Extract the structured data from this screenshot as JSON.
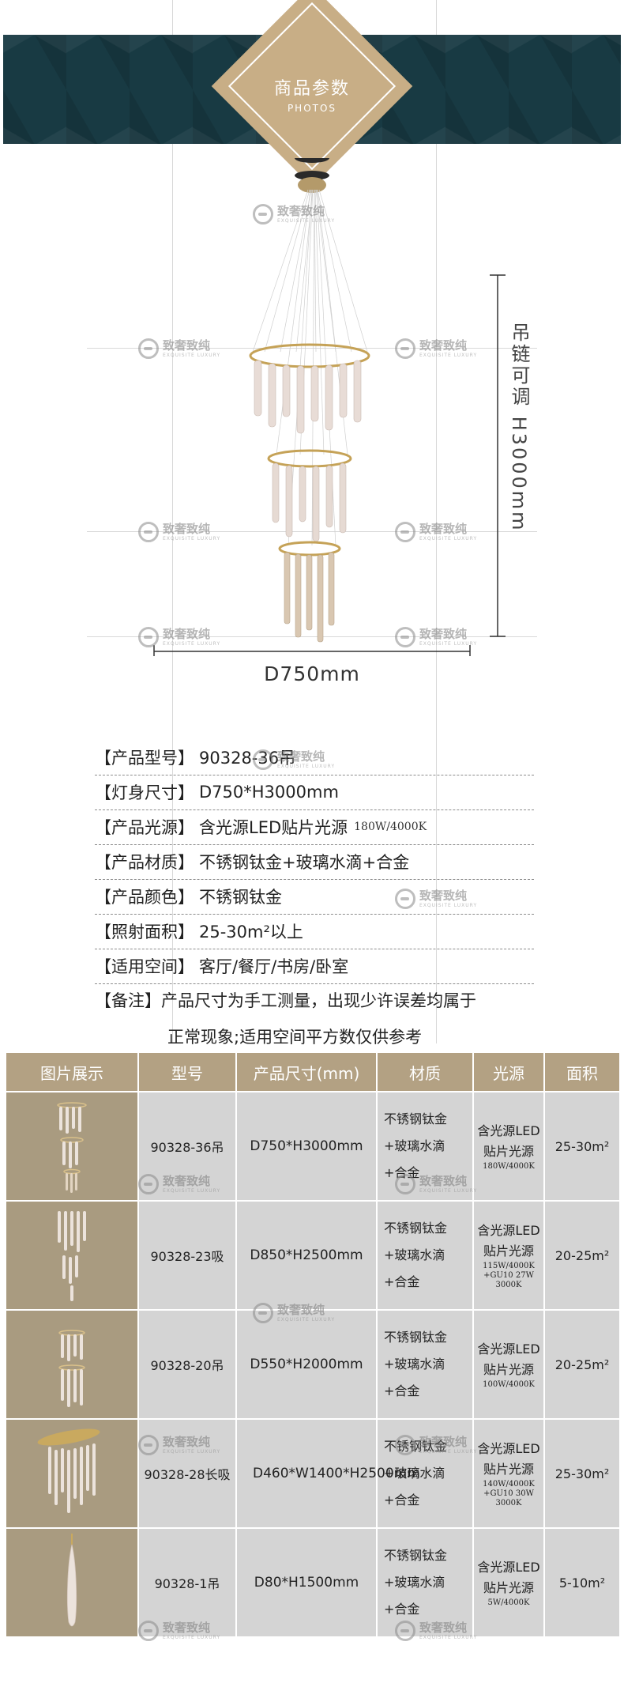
{
  "header": {
    "title": "商品参数",
    "subtitle": "PHOTOS"
  },
  "watermark": {
    "cn": "致奢致纯",
    "en": "EXQUISITE LUXURY"
  },
  "dimensions": {
    "height_label": "吊链可调 H3000mm",
    "diameter_label": "D750mm"
  },
  "specs": [
    {
      "key": "【产品型号】",
      "value": "90328-36吊",
      "extra": ""
    },
    {
      "key": "【灯身尺寸】",
      "value": "D750*H3000mm",
      "extra": ""
    },
    {
      "key": "【产品光源】",
      "value": "含光源LED贴片光源",
      "extra": "180W/4000K"
    },
    {
      "key": "【产品材质】",
      "value": "不锈钢钛金+玻璃水滴+合金",
      "extra": ""
    },
    {
      "key": "【产品颜色】",
      "value": "不锈钢钛金",
      "extra": ""
    },
    {
      "key": "【照射面积】",
      "value": "25-30m²以上",
      "extra": ""
    },
    {
      "key": "【适用空间】",
      "value": "客厅/餐厅/书房/卧室",
      "extra": ""
    }
  ],
  "note": {
    "key": "【备注】",
    "line1": "产品尺寸为手工测量，出现少许误差均属于",
    "line2": "正常现象;适用空间平方数仅供参考"
  },
  "table": {
    "headers": [
      "图片展示",
      "型号",
      "产品尺寸(mm)",
      "材质",
      "光源",
      "面积"
    ],
    "rows": [
      {
        "model": "90328-36吊",
        "size": "D750*H3000mm",
        "material": [
          "不锈钢钛金",
          "+玻璃水滴",
          "+合金"
        ],
        "light": [
          "含光源LED",
          "贴片光源"
        ],
        "light_spec": [
          "180W/4000K"
        ],
        "area": "25-30m²"
      },
      {
        "model": "90328-23吸",
        "size": "D850*H2500mm",
        "material": [
          "不锈钢钛金",
          "+玻璃水滴",
          "+合金"
        ],
        "light": [
          "含光源LED",
          "贴片光源"
        ],
        "light_spec": [
          "115W/4000K",
          "+GU10 27W",
          "3000K"
        ],
        "area": "20-25m²"
      },
      {
        "model": "90328-20吊",
        "size": "D550*H2000mm",
        "material": [
          "不锈钢钛金",
          "+玻璃水滴",
          "+合金"
        ],
        "light": [
          "含光源LED",
          "贴片光源"
        ],
        "light_spec": [
          "100W/4000K"
        ],
        "area": "20-25m²"
      },
      {
        "model": "90328-28长吸",
        "size": "D460*W1400*H2500mm",
        "material": [
          "不锈钢钛金",
          "+玻璃水滴",
          "+合金"
        ],
        "light": [
          "含光源LED",
          "贴片光源"
        ],
        "light_spec": [
          "140W/4000K",
          "+GU10 30W",
          "3000K"
        ],
        "area": "25-30m²"
      },
      {
        "model": "90328-1吊",
        "size": "D80*H1500mm",
        "material": [
          "不锈钢钛金",
          "+玻璃水滴",
          "+合金"
        ],
        "light": [
          "含光源LED",
          "贴片光源"
        ],
        "light_spec": [
          "5W/4000K"
        ],
        "area": "5-10m²"
      }
    ]
  },
  "colors": {
    "header_bg": "#183a43",
    "gold": "#c8ae86",
    "table_header": "#b3a183",
    "cell_bg": "#d4d4d4"
  }
}
